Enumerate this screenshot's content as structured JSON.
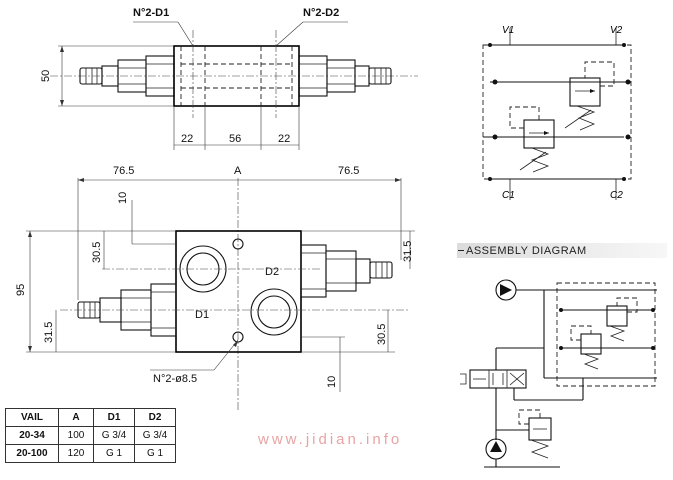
{
  "top_view": {
    "label_left": "N°2-D1",
    "label_right": "N°2-D2",
    "dim_height": "50",
    "dim_seg_left": "22",
    "dim_seg_mid": "56",
    "dim_seg_right": "22"
  },
  "front_view": {
    "dim_left": "76.5",
    "dim_right": "76.5",
    "label_a": "A",
    "dim_top_offset": "10",
    "dim_upper_left": "30.5",
    "dim_total_height": "95",
    "dim_lower_left": "31.5",
    "dim_upper_right": "31.5",
    "dim_lower_right": "30.5",
    "dim_bottom_offset": "10",
    "port_d1": "D1",
    "port_d2": "D2",
    "hole_label": "N°2-ø8.5"
  },
  "schematic": {
    "port_v1": "V1",
    "port_v2": "V2",
    "port_c1": "C1",
    "port_c2": "C2"
  },
  "assembly": {
    "title": "ASSEMBLY DIAGRAM"
  },
  "spec_table": {
    "headers": [
      "VAIL",
      "A",
      "D1",
      "D2"
    ],
    "rows": [
      [
        "20-34",
        "100",
        "G 3/4",
        "G 3/4"
      ],
      [
        "20-100",
        "120",
        "G 1",
        "G 1"
      ]
    ]
  },
  "watermark": "www.jidian.info"
}
